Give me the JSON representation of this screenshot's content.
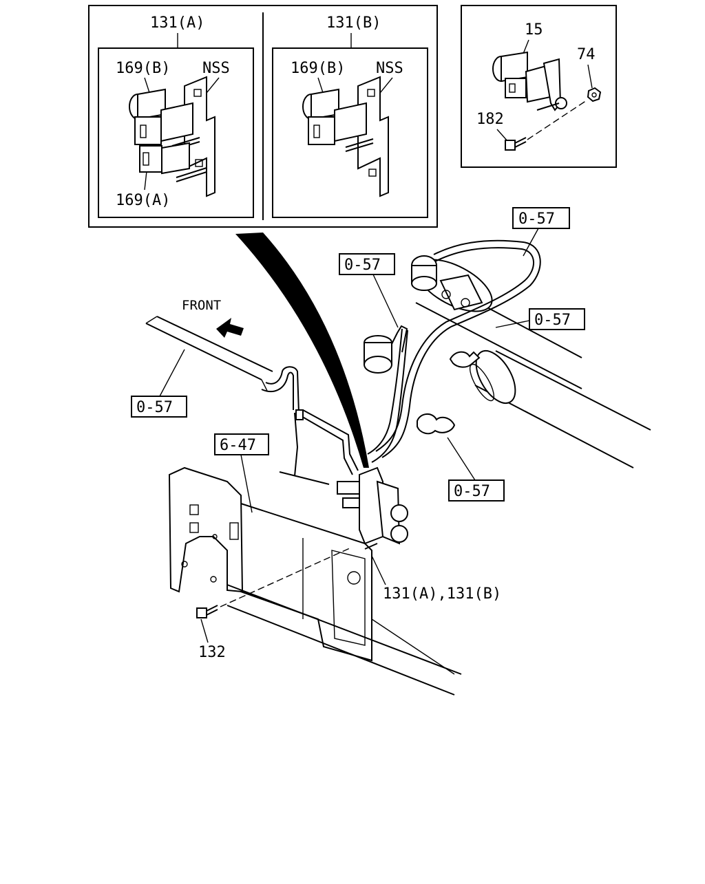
{
  "inset_a": {
    "title": "131(A)",
    "label_top_left": "169(B)",
    "label_top_right": "NSS",
    "label_bottom": "169(A)"
  },
  "inset_b": {
    "title": "131(B)",
    "label_top_left": "169(B)",
    "label_top_right": "NSS"
  },
  "inset_c": {
    "label_valve": "15",
    "label_nut": "74",
    "label_bolt": "182"
  },
  "main": {
    "front_label": "FRONT",
    "ref_right_top": "0-57",
    "ref_middle": "0-57",
    "ref_right": "0-57",
    "ref_left": "0-57",
    "ref_clip": "0-57",
    "ref_bracket": "6-47",
    "label_valves": "131(A),131(B)",
    "label_bolt": "132"
  }
}
